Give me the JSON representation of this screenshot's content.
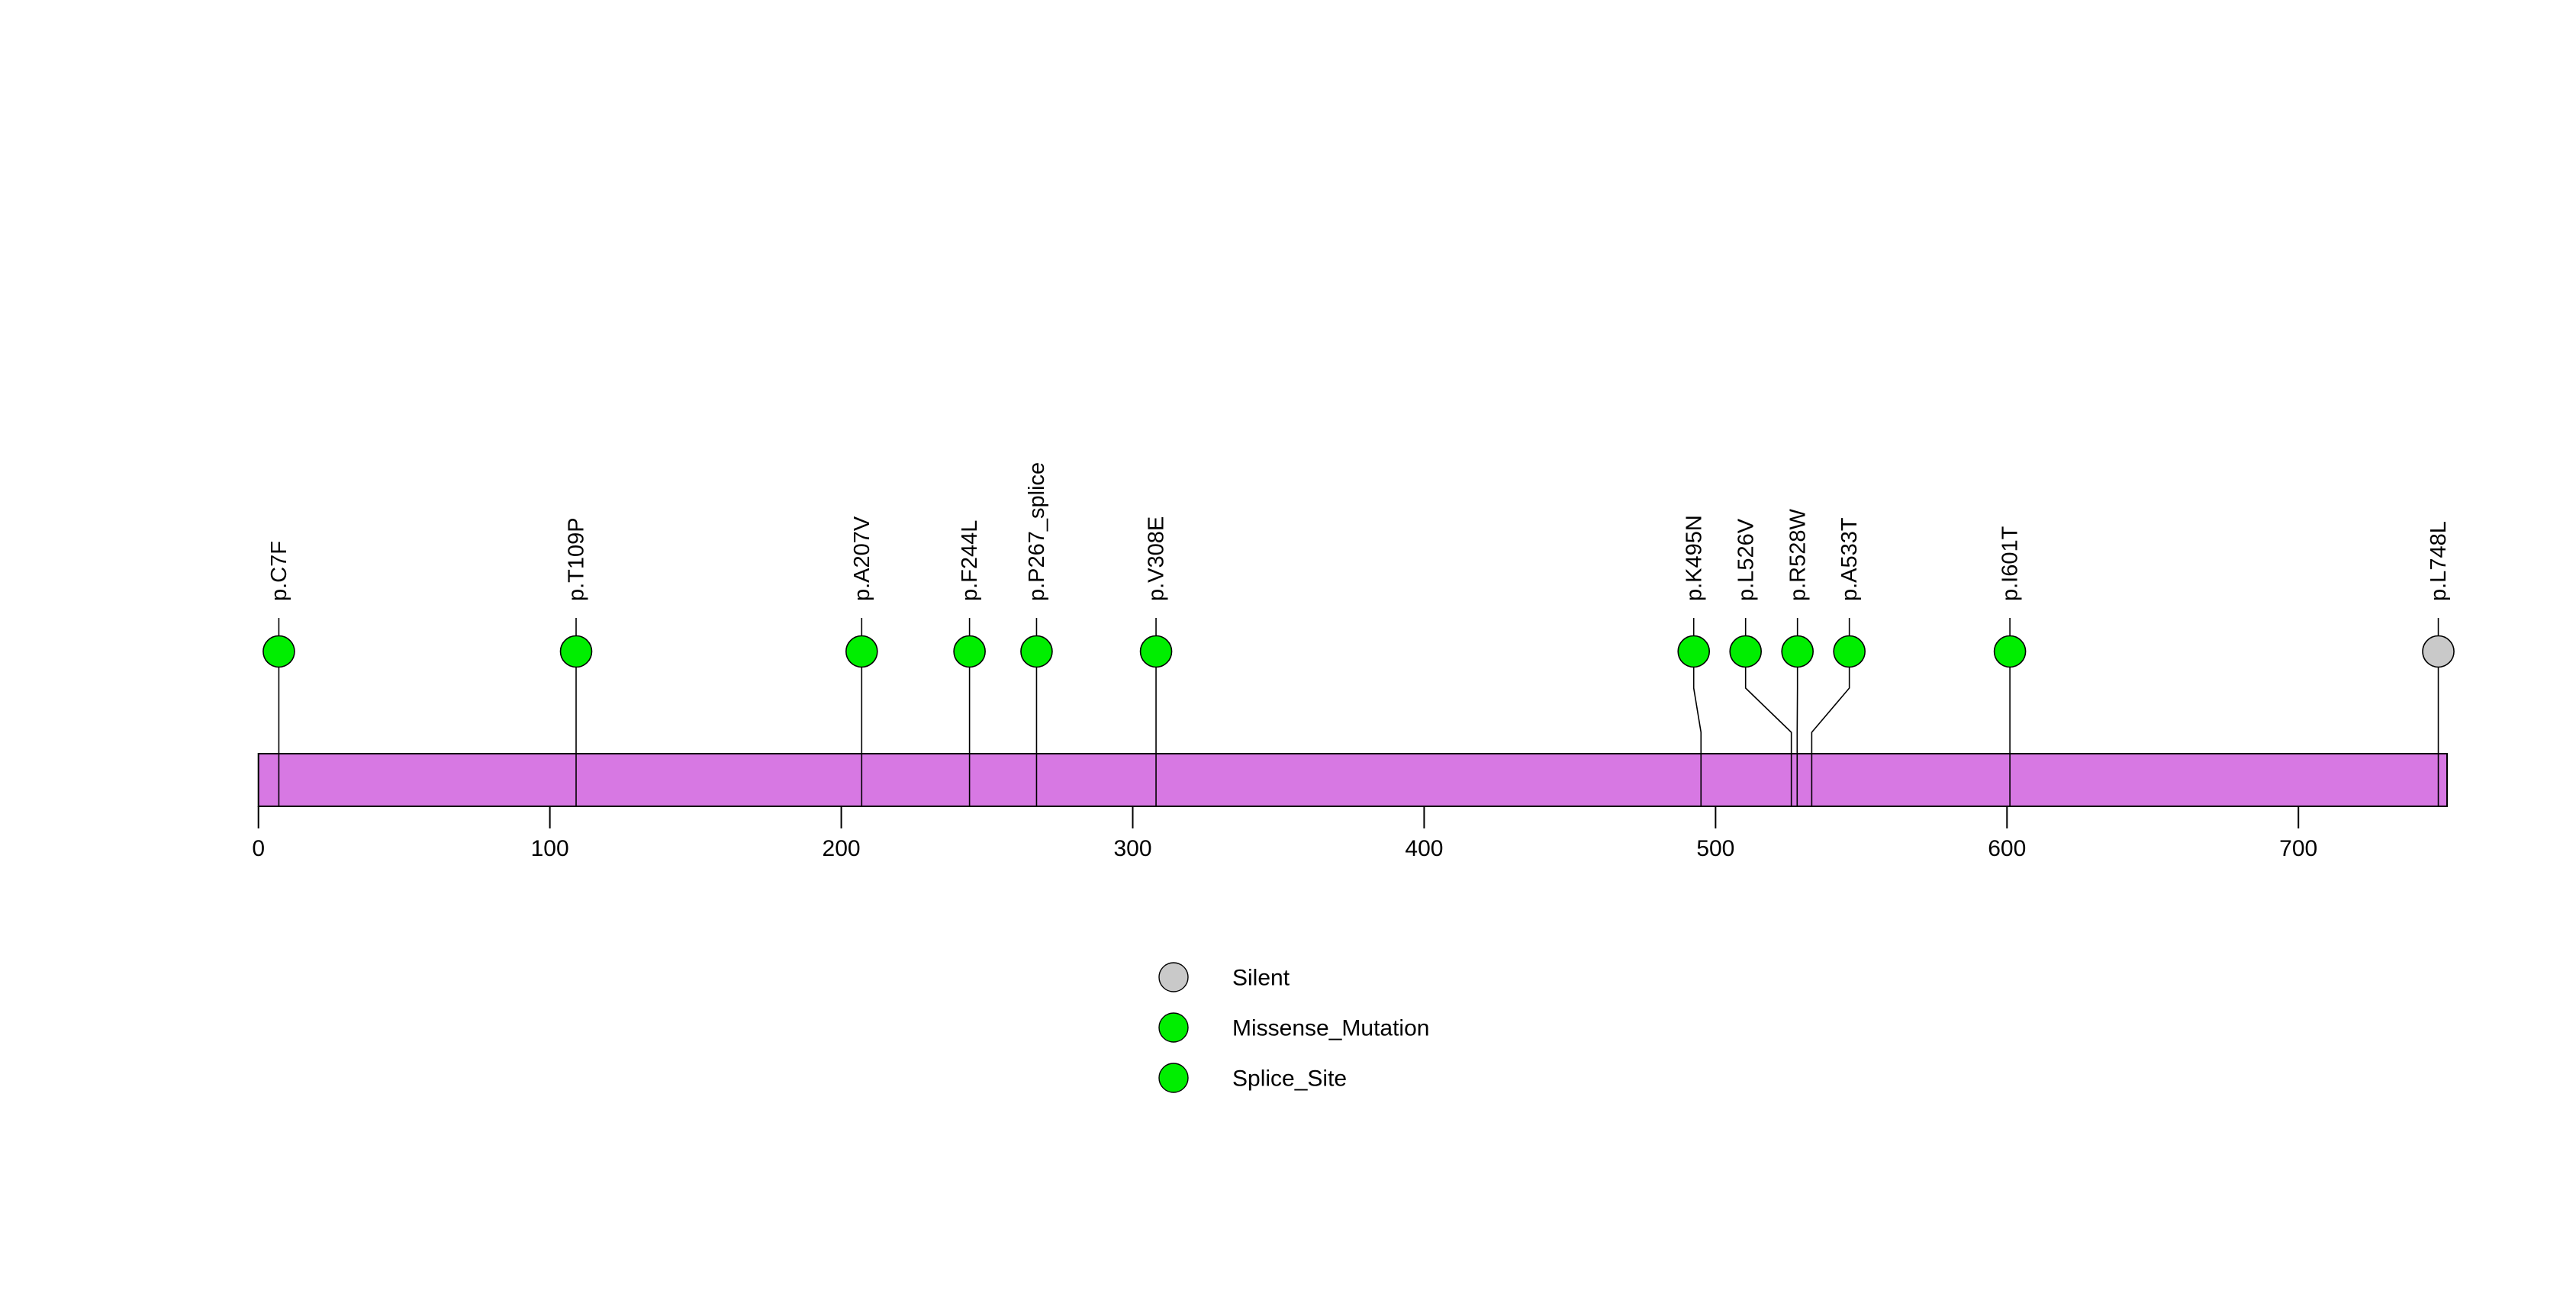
{
  "figure": {
    "background": "#FFFFFF",
    "text_color": "#000000"
  },
  "chart_data": {
    "type": "lollipop",
    "title": "",
    "xlabel": "",
    "ylabel": "",
    "xlim": [
      0,
      751
    ],
    "protein_length": 751,
    "axis_ticks": [
      0,
      100,
      200,
      300,
      400,
      500,
      600,
      700
    ],
    "backbone_color": "#D778E3",
    "backbone_border_color": "#000000",
    "stem_color": "#000000",
    "type_colors": {
      "Silent": "#C9C9C9",
      "Missense_Mutation": "#00EE00",
      "Splice_Site": "#00EE00"
    },
    "mutations": [
      {
        "label": "p.C7F",
        "position": 7,
        "display_position": 7,
        "type": "Missense_Mutation"
      },
      {
        "label": "p.T109P",
        "position": 109,
        "display_position": 109,
        "type": "Missense_Mutation"
      },
      {
        "label": "p.A207V",
        "position": 207,
        "display_position": 207,
        "type": "Missense_Mutation"
      },
      {
        "label": "p.F244L",
        "position": 244,
        "display_position": 244,
        "type": "Missense_Mutation"
      },
      {
        "label": "p.P267_splice",
        "position": 267,
        "display_position": 267,
        "type": "Splice_Site"
      },
      {
        "label": "p.V308E",
        "position": 308,
        "display_position": 308,
        "type": "Missense_Mutation"
      },
      {
        "label": "p.K495N",
        "position": 495,
        "display_position": 492.5,
        "type": "Missense_Mutation"
      },
      {
        "label": "p.L526V",
        "position": 526,
        "display_position": 510.3,
        "type": "Missense_Mutation"
      },
      {
        "label": "p.R528W",
        "position": 528,
        "display_position": 528.1,
        "type": "Missense_Mutation"
      },
      {
        "label": "p.A533T",
        "position": 533,
        "display_position": 545.9,
        "type": "Missense_Mutation"
      },
      {
        "label": "p.I601T",
        "position": 601,
        "display_position": 601,
        "type": "Missense_Mutation"
      },
      {
        "label": "p.L748L",
        "position": 748,
        "display_position": 748,
        "type": "Silent"
      }
    ],
    "legend": [
      {
        "label": "Silent",
        "color": "#C9C9C9"
      },
      {
        "label": "Missense_Mutation",
        "color": "#00EE00"
      },
      {
        "label": "Splice_Site",
        "color": "#00EE00"
      }
    ],
    "legend_position": "bottom-center",
    "grid": false
  }
}
